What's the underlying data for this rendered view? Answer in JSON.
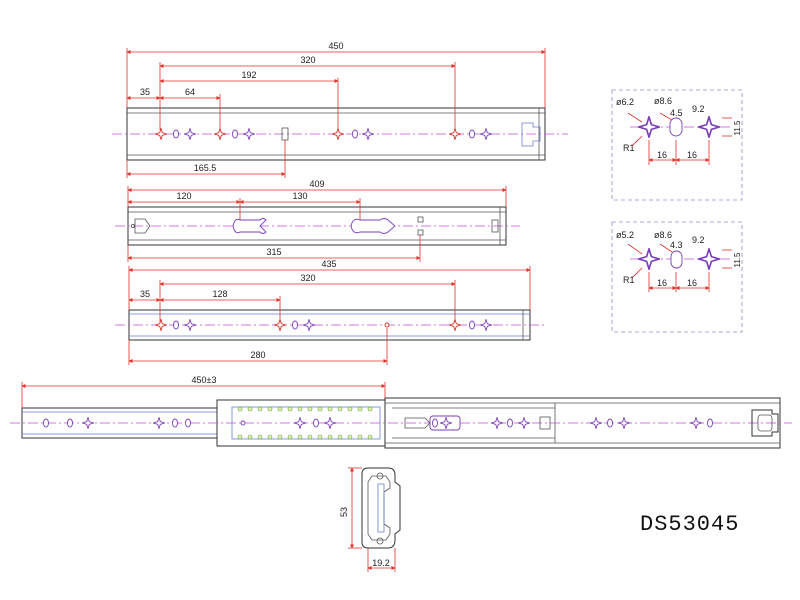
{
  "model": "DS53045",
  "rail_inner": {
    "dims": {
      "overall": "450",
      "span": "320",
      "mid": "192",
      "first": "35",
      "second": "64",
      "center": "165.5"
    }
  },
  "rail_middle": {
    "dims": {
      "overall": "409",
      "first": "120",
      "second": "130",
      "total": "315"
    }
  },
  "rail_outer": {
    "dims": {
      "overall": "435",
      "span": "320",
      "first": "35",
      "second": "128",
      "center": "280"
    }
  },
  "assembly": {
    "dims": {
      "length": "450±3"
    }
  },
  "section": {
    "dims": {
      "height": "53",
      "width": "19.2"
    }
  },
  "detail_a": {
    "labels": {
      "hole_dia": "ø6.2",
      "slot_dia": "ø8.6",
      "slot_w": "4.5",
      "pitch_right": "9.2",
      "height": "11.5",
      "radius": "R1",
      "left_pitch": "16",
      "right_pitch": "16"
    }
  },
  "detail_b": {
    "labels": {
      "hole_dia": "ø5.2",
      "slot_dia": "ø8.6",
      "slot_w": "4.3",
      "pitch_right": "9.2",
      "height": "11.5",
      "radius": "R1",
      "left_pitch": "16",
      "right_pitch": "16"
    }
  },
  "colors": {
    "dimension": "#e0302a",
    "centerline": "#c24fd6",
    "outline": "#333333",
    "hole": "#7a3fb8",
    "frame": "#8a8fd0"
  }
}
